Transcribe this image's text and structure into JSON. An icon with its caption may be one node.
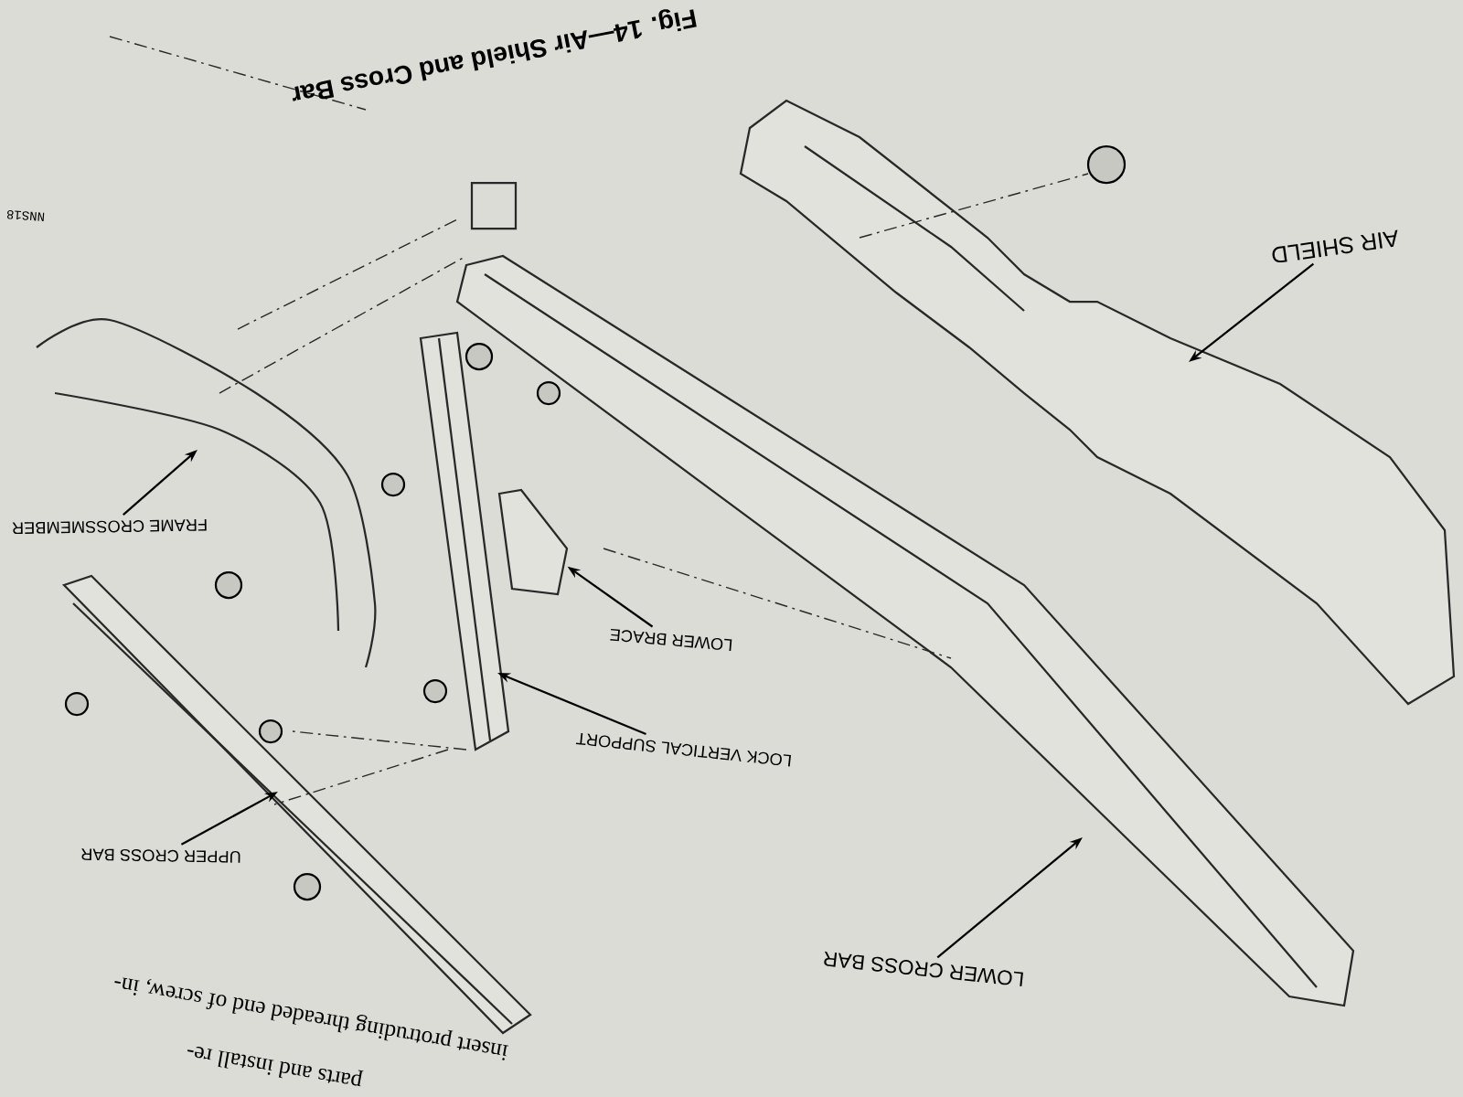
{
  "diagram": {
    "title": "Fig. 14—Air Shield and Cross Bar",
    "nodes": [
      {
        "text": [
          "AIR SHIELD"
        ]
      },
      {
        "text": [
          "FRAME CROSSMEMBER"
        ]
      },
      {
        "text": [
          "LOWER BRACE"
        ]
      },
      {
        "text": [
          "LOCK VERTICAL SUPPORT"
        ]
      },
      {
        "text": [
          "UPPER CROSS BAR"
        ]
      },
      {
        "text": [
          "LOWER CROSS BAR"
        ]
      },
      {
        "text": [],
        "shape": "picture"
      }
    ],
    "edges": [
      {
        "from": 0,
        "to": null,
        "arrow": "to"
      },
      {
        "from": 1,
        "to": null,
        "arrow": "to"
      },
      {
        "from": 2,
        "to": 6,
        "arrow": "to"
      },
      {
        "from": 3,
        "to": null,
        "arrow": "to"
      },
      {
        "from": 4,
        "to": null,
        "arrow": "to"
      },
      {
        "from": 5,
        "to": null,
        "arrow": "to"
      }
    ],
    "labels": [
      "NNS18",
      "insert protruding threaded end of screw, in-",
      "parts and install re-"
    ]
  }
}
